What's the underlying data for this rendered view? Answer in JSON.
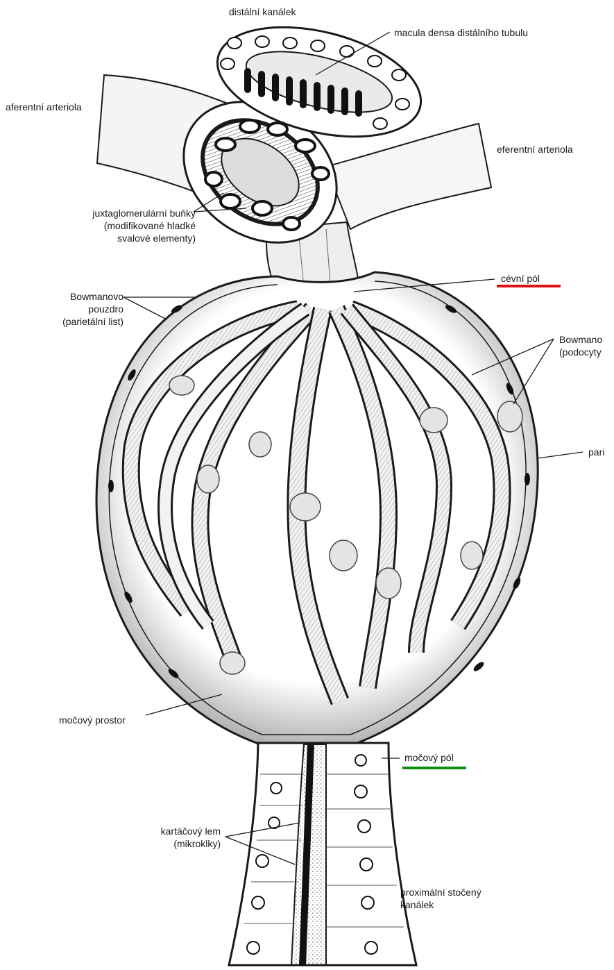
{
  "labels": {
    "distalni_kanalek": "distální kanálek",
    "macula_densa": "macula densa  distálního tubulu",
    "aferentni_arteriola": "aferentní arteriola",
    "eferentni_arteriola": "eferentní arteriola",
    "juxta_line1": "juxtaglomerulární buňky",
    "juxta_line2": "(modifikované hladké",
    "juxta_line3": "svalové  elementy)",
    "bowman_line1": "Bowmanovo",
    "bowman_line2": "pouzdro",
    "bowman_line3": "(parietální list)",
    "cevni_pol": "cévní pól",
    "bowman_visceral_line1": "Bowmano",
    "bowman_visceral_line2": "(podocyty",
    "parietal_cut": "pari",
    "mocovy_prostor": "močový prostor",
    "mocovy_pol": "močový pól",
    "kartac_line1": "kartáčový lem",
    "kartac_line2": "(mikroklky)",
    "proximal_line1": "proximální stočený",
    "proximal_line2": "kanálek"
  },
  "colors": {
    "cevni_pol_underline": "#e01010",
    "mocovy_pol_underline": "#109010",
    "ink": "#1a1a1a",
    "shade": "#bdbdbd"
  }
}
